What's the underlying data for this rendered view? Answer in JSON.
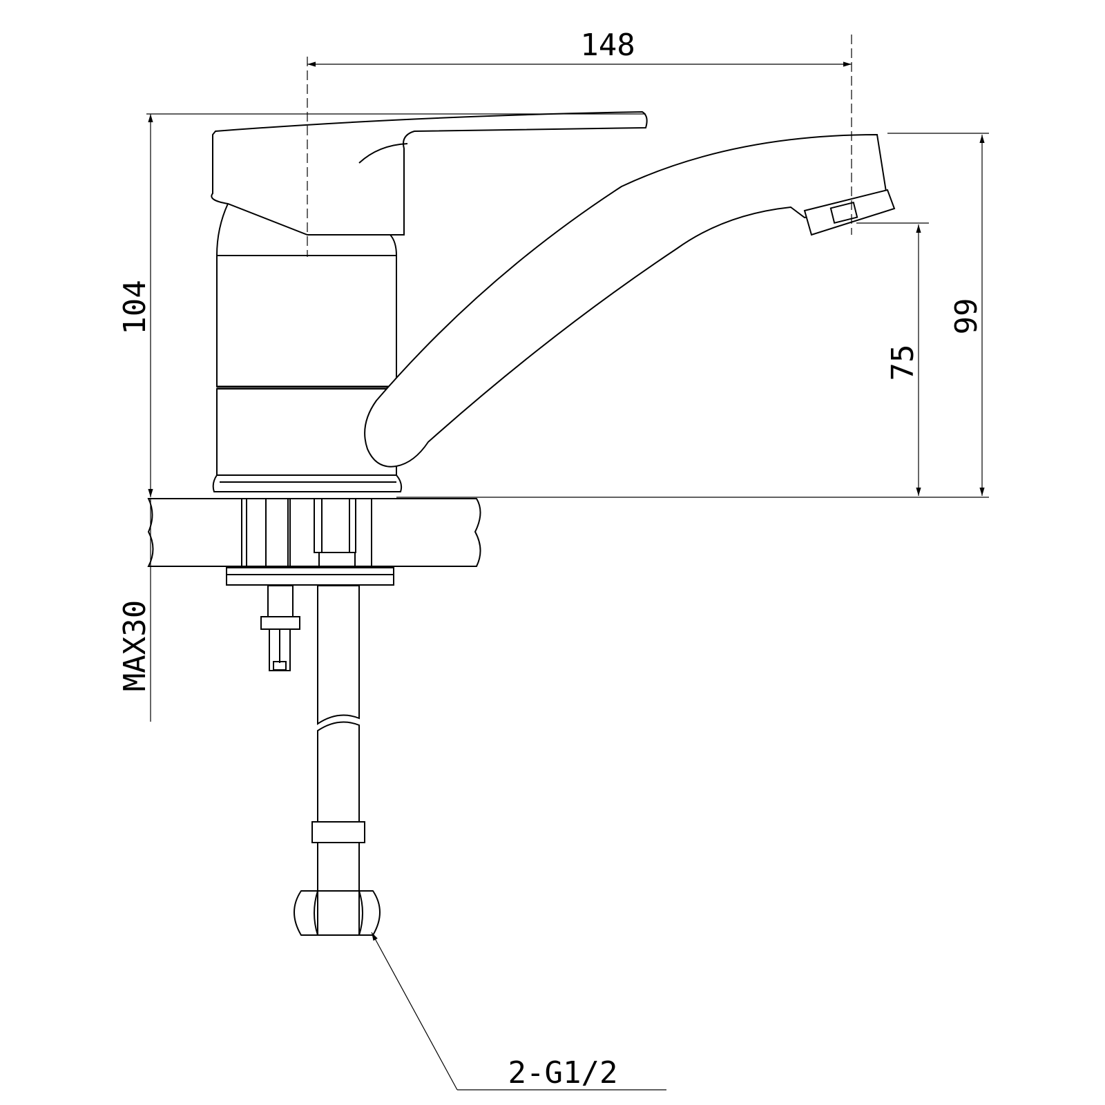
{
  "dimensions": {
    "width_top": "148",
    "height_left": "104",
    "height_right_inner": "75",
    "height_right_outer": "99",
    "max_thickness": "MAX30",
    "connector": "2-G1/2"
  },
  "colors": {
    "line": "#000000",
    "background": "#ffffff",
    "hatch": "#555555"
  }
}
